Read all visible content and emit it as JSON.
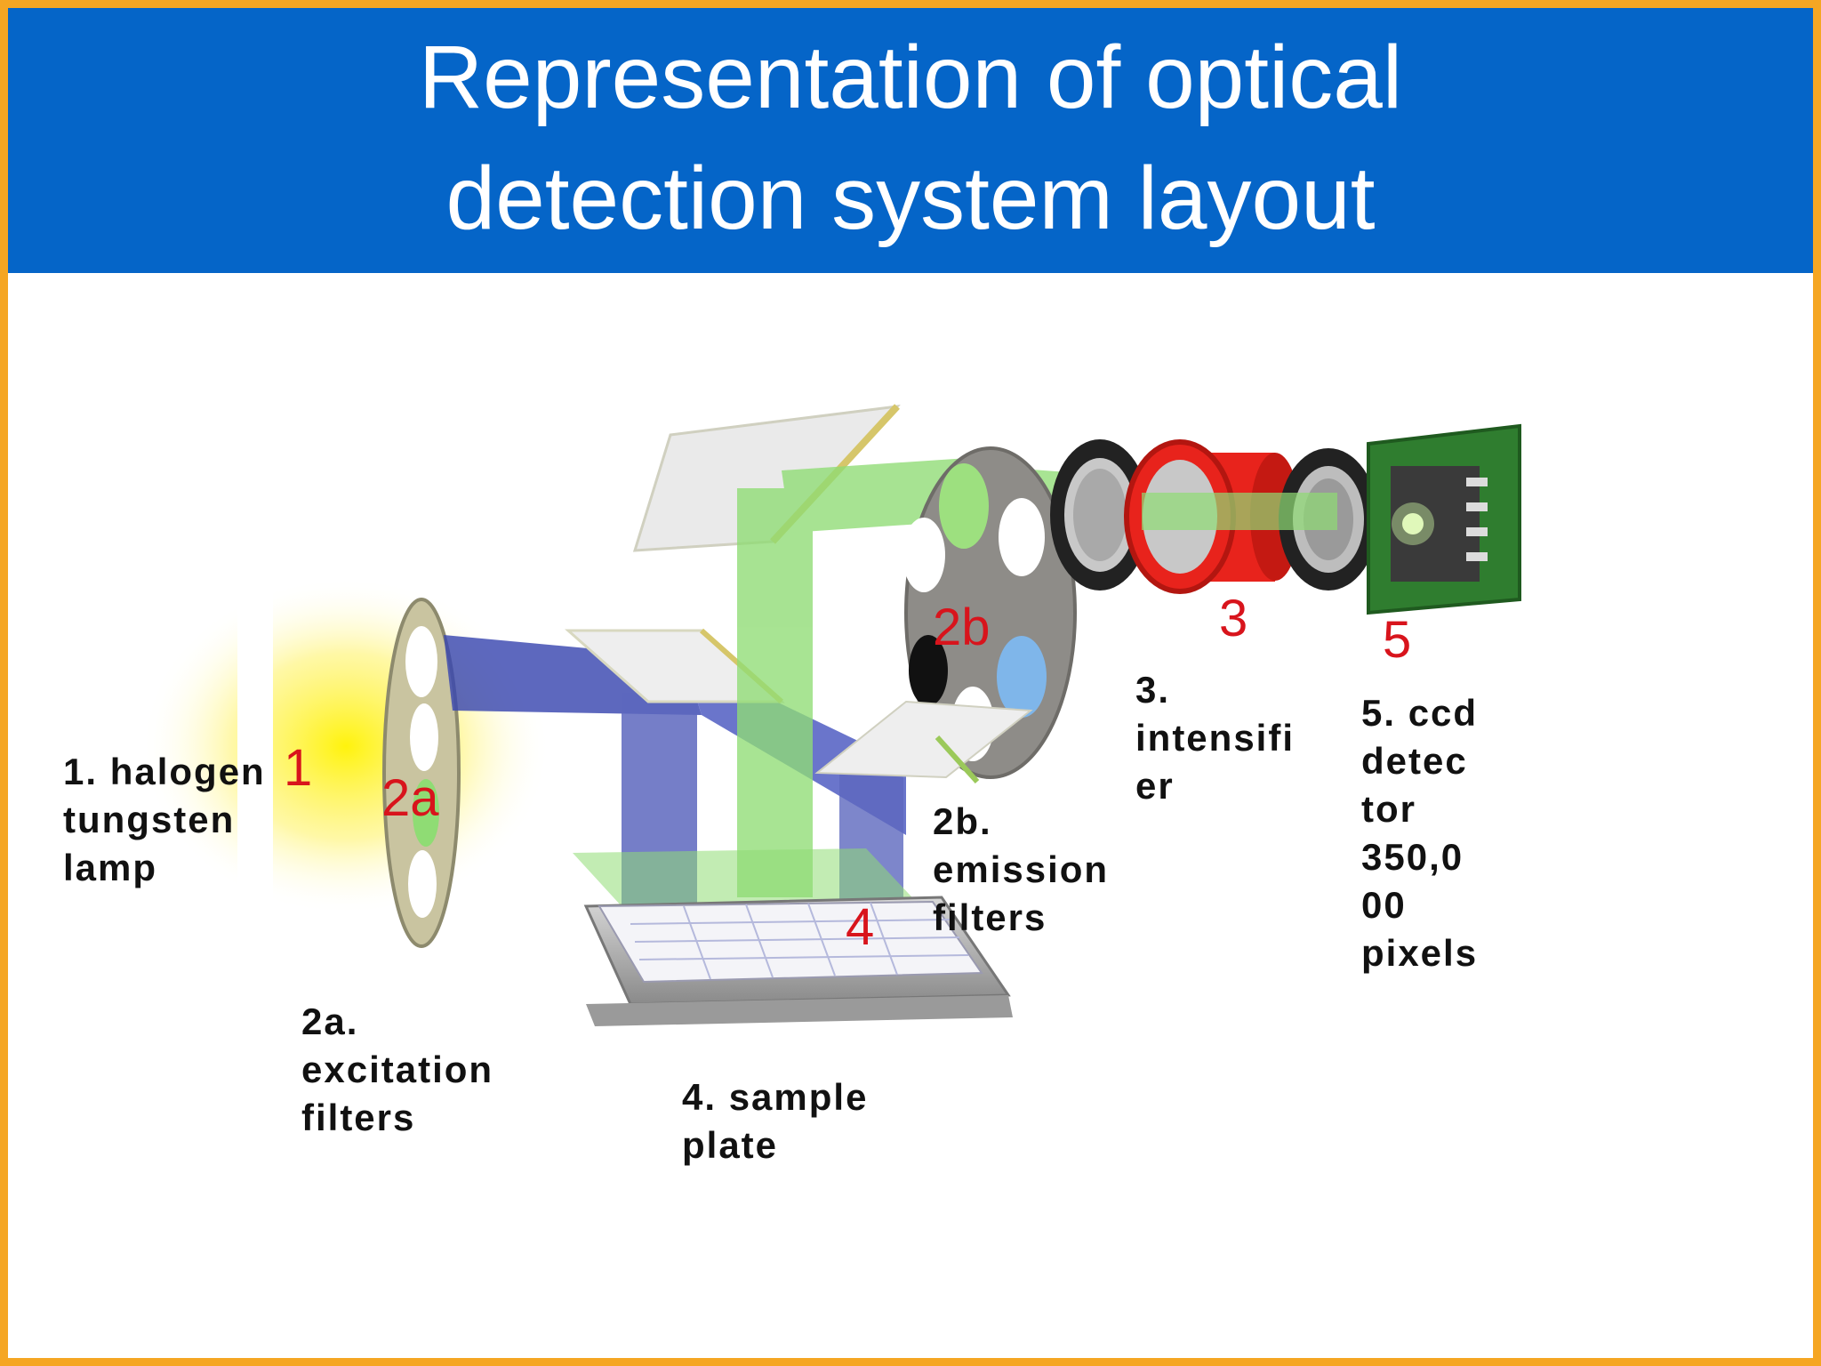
{
  "title": "Representation of optical detection system layout",
  "components": {
    "lamp": {
      "number": "1",
      "label": "1. halogen\ntungsten\nlamp"
    },
    "excitation_filters": {
      "number": "2a",
      "label": "2a.\nexcitation\nfilters"
    },
    "emission_filters": {
      "number": "2b",
      "label": "2b.\nemission\nfilters"
    },
    "intensifier": {
      "number": "3",
      "label": "3.\nintensifi\ner"
    },
    "sample_plate": {
      "number": "4",
      "label": "4. sample\nplate"
    },
    "ccd_detector": {
      "number": "5",
      "label": "5. ccd\ndetec\ntor\n350,0\n00\npixels"
    }
  },
  "colors": {
    "title_bar": "#0565c8",
    "frame": "#f5a623",
    "excitation_beam": "#3a47b0",
    "emission_beam": "#8fdc74",
    "intensifier": "#e8231c",
    "detector_board": "#2f7d2f",
    "number_labels": "#d8141c"
  }
}
